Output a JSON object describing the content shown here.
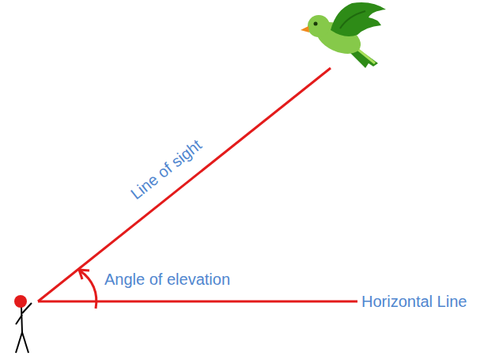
{
  "diagram": {
    "labels": [
      "Line of sight",
      "Angle of elevation",
      "Horizontal Line"
    ]
  }
}
